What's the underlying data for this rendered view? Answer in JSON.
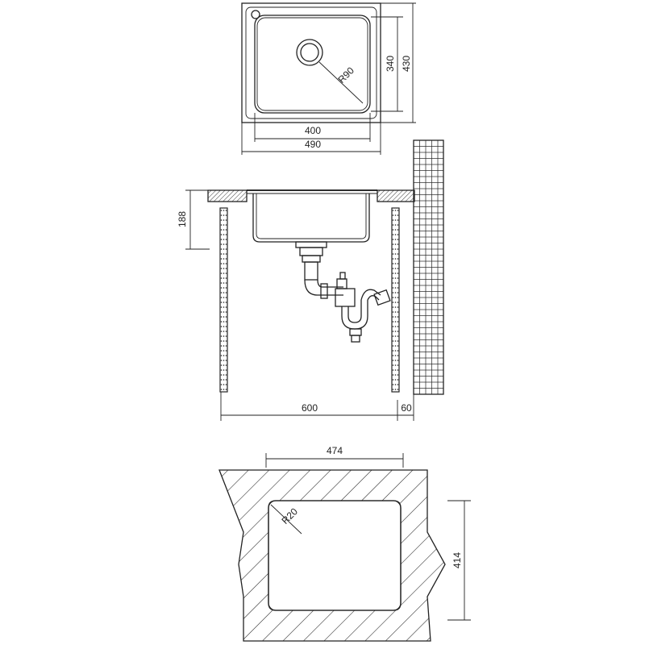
{
  "top_view": {
    "dim_inner_width": "400",
    "dim_outer_width": "490",
    "dim_inner_depth": "340",
    "dim_outer_depth": "430",
    "dim_corner_radius": "R90"
  },
  "section_view": {
    "dim_bowl_depth": "188",
    "dim_cabinet_width": "600",
    "dim_wall_gap": "60"
  },
  "cutout_view": {
    "dim_cutout_width": "474",
    "dim_cutout_depth": "414",
    "dim_corner_radius": "R20"
  },
  "colors": {
    "line": "#222222",
    "background": "#ffffff"
  }
}
